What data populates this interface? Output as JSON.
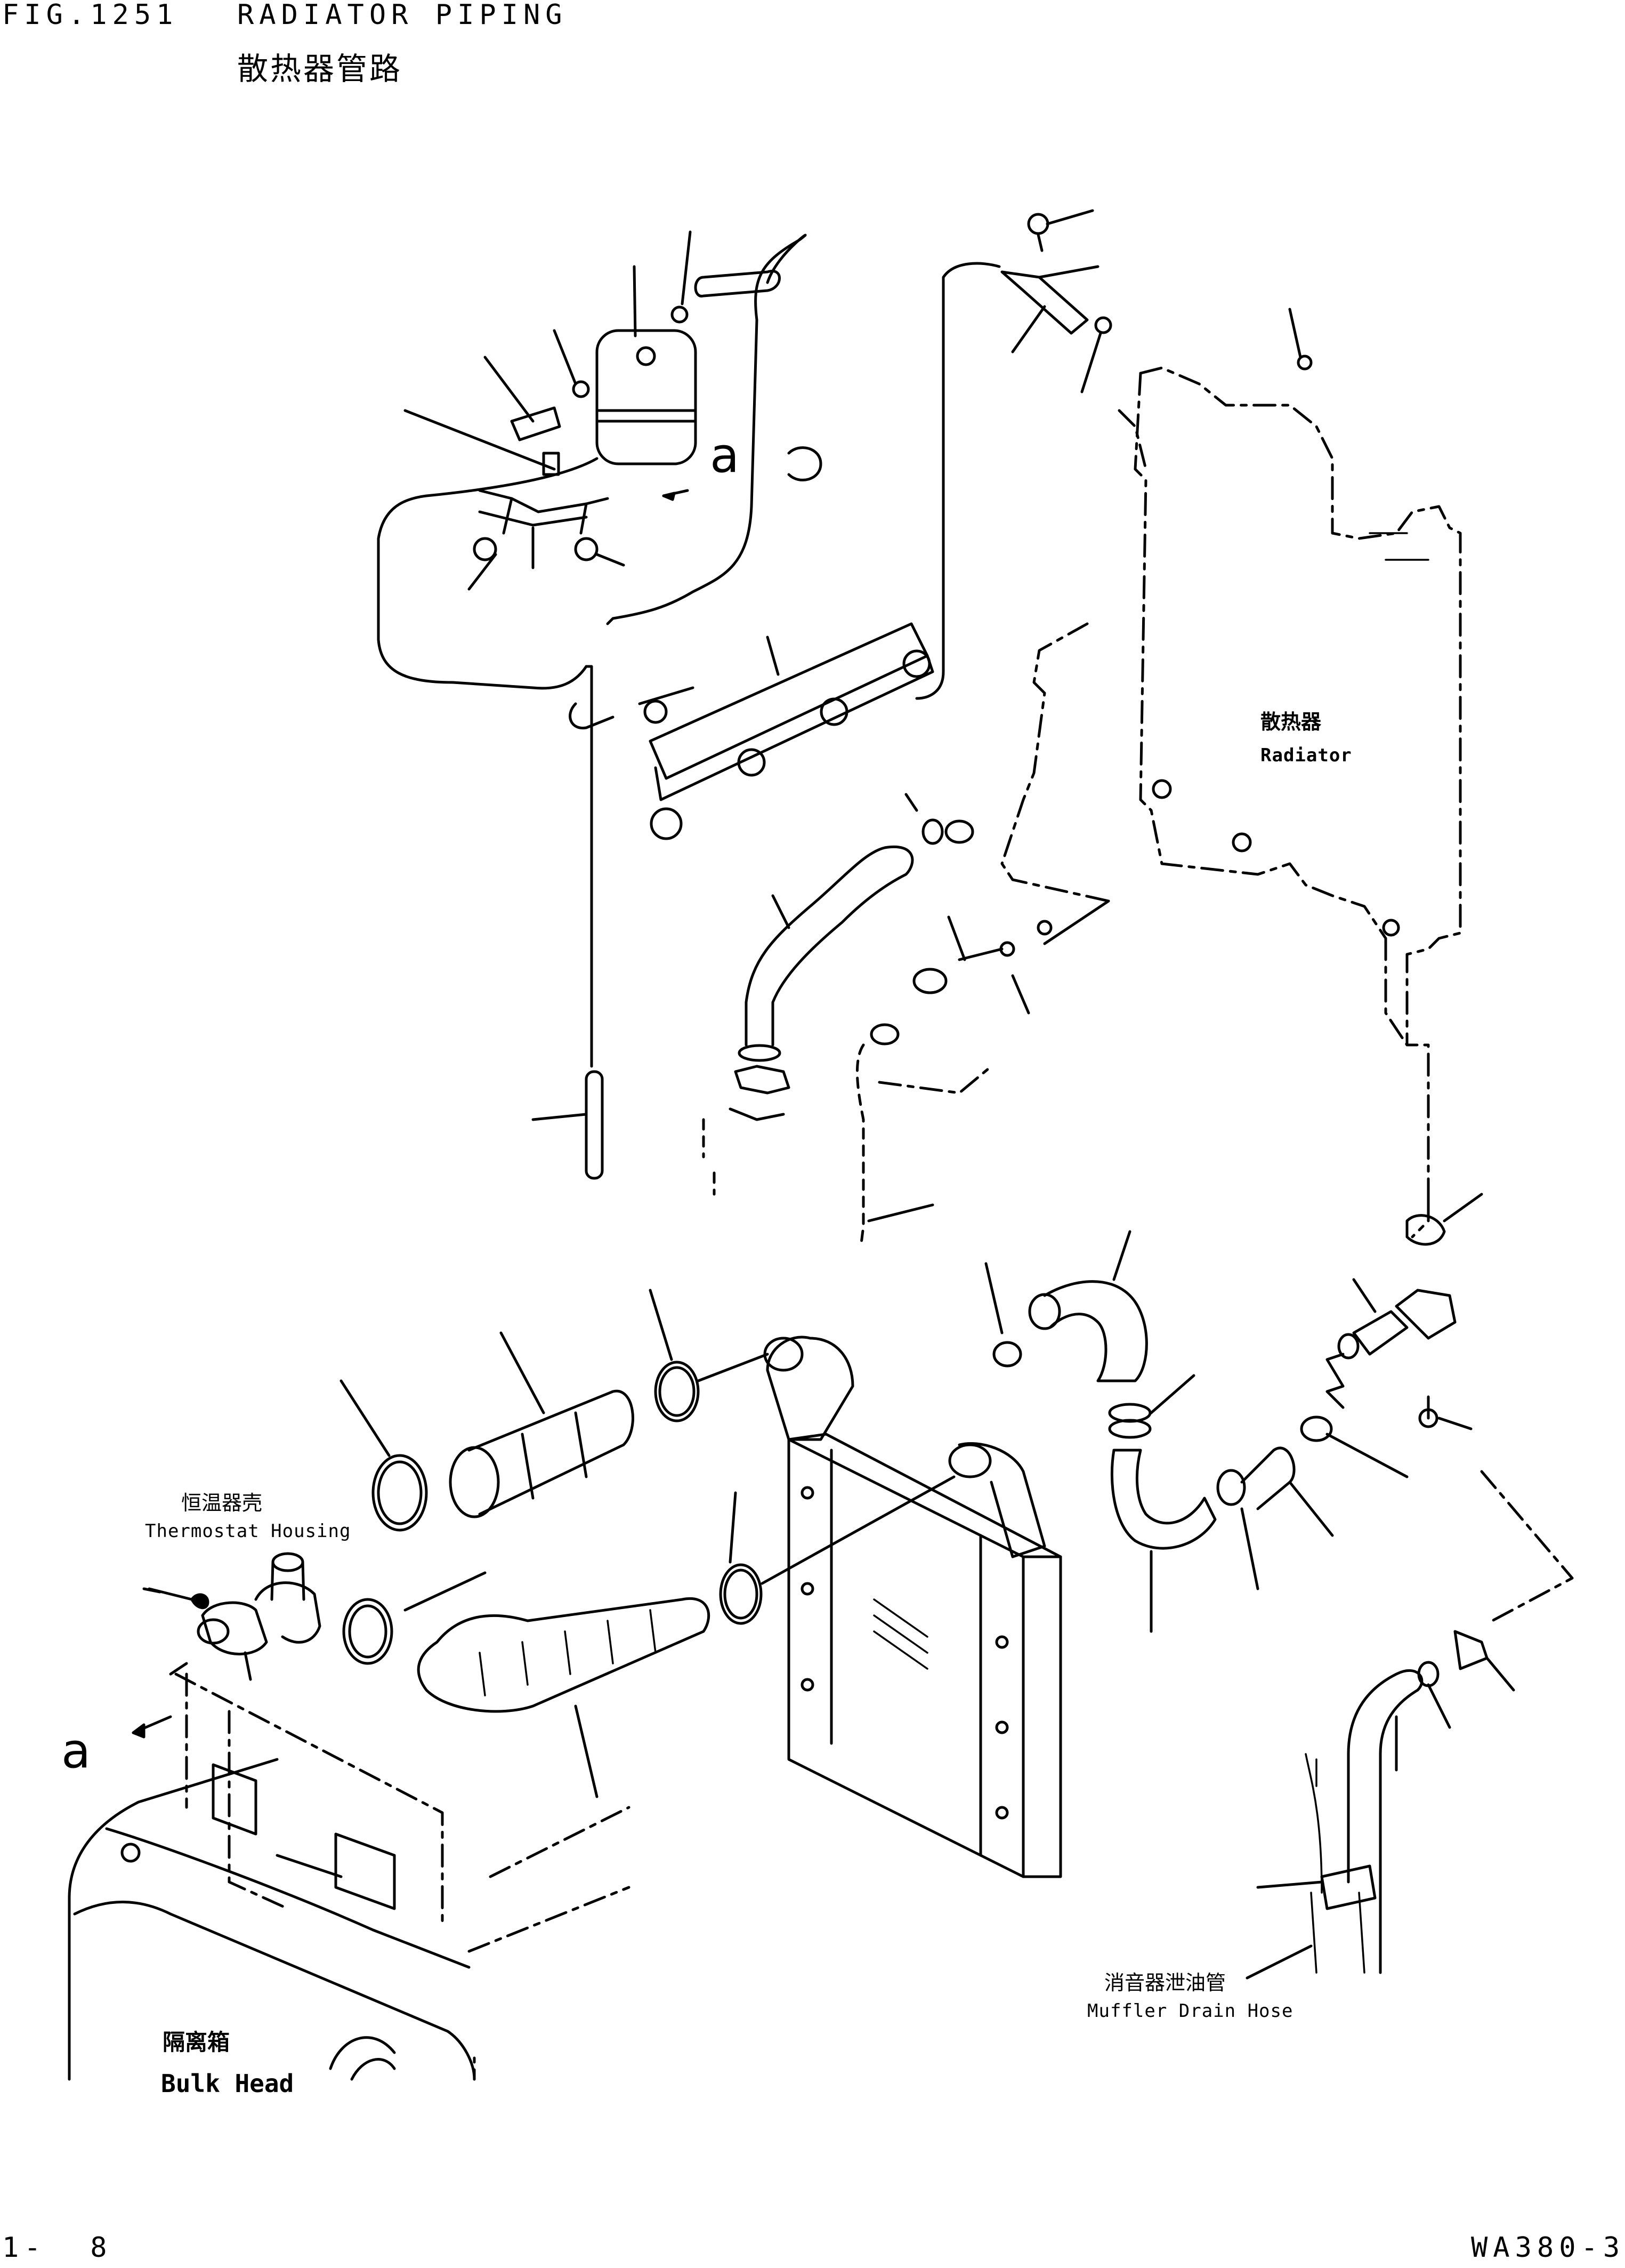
{
  "header": {
    "fig_number": "FIG.1251",
    "title_en": "RADIATOR PIPING",
    "title_cn": "散热器管路"
  },
  "labels": {
    "radiator_cn": "散热器",
    "radiator_en": "Radiator",
    "thermostat_cn": "恒温器壳",
    "thermostat_en": "Thermostat Housing",
    "muffler_cn": "消音器泄油管",
    "muffler_en": "Muffler Drain Hose",
    "bulkhead_cn": "隔离箱",
    "bulkhead_en": "Bulk Head"
  },
  "reference_marks": {
    "upper": "a",
    "lower": "a"
  },
  "footer": {
    "page": "1-  8",
    "model": "WA380-3"
  }
}
